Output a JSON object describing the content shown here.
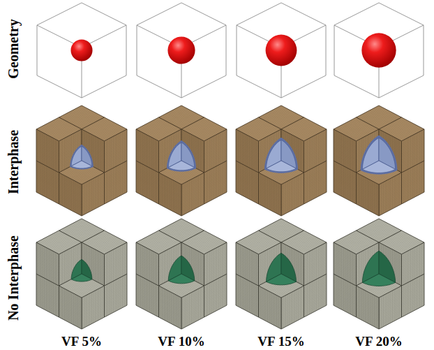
{
  "diagram": {
    "labels": [
      "Geometry",
      "Interphase",
      "No Interphase",
      "VF 5%",
      "VF 10%",
      "VF 15%",
      "VF 20%"
    ]
  }
}
